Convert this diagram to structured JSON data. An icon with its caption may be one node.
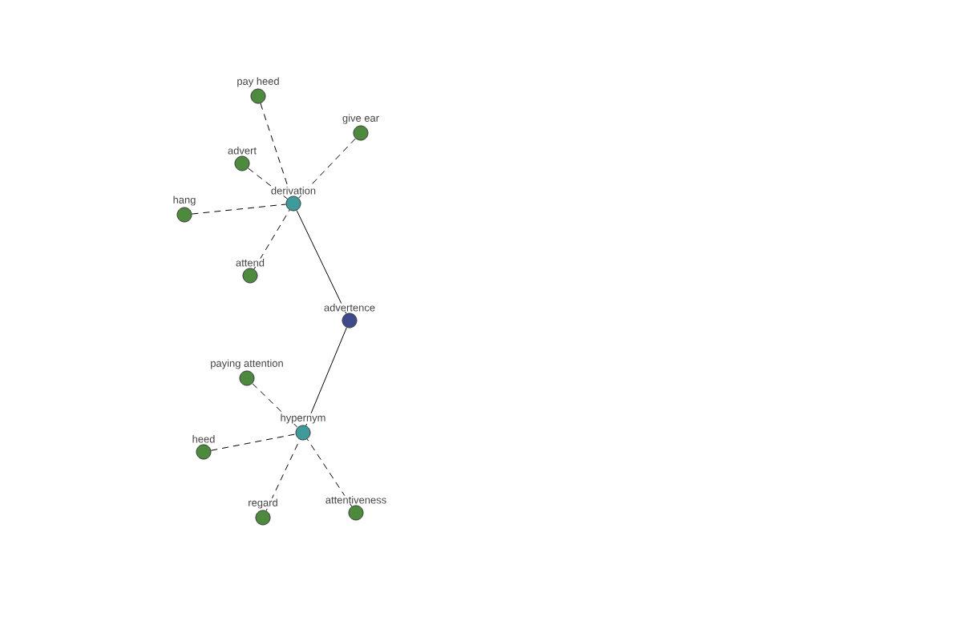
{
  "diagram": {
    "nodes": [
      {
        "text": [
          "pay heed"
        ]
      },
      {
        "text": [
          "give ear"
        ]
      },
      {
        "text": [
          "advert"
        ]
      },
      {
        "text": [
          "derivation"
        ]
      },
      {
        "text": [
          "hang"
        ]
      },
      {
        "text": [
          "attend"
        ]
      },
      {
        "text": [
          "advertence"
        ]
      },
      {
        "text": [
          "paying attention"
        ]
      },
      {
        "text": [
          "hypernym"
        ]
      },
      {
        "text": [
          "heed"
        ]
      },
      {
        "text": [
          "attentiveness"
        ]
      },
      {
        "text": [
          "regard"
        ]
      }
    ],
    "edges": [
      {
        "from": 0,
        "to": 3,
        "arrow": "none",
        "style": "dashed"
      },
      {
        "from": 1,
        "to": 3,
        "arrow": "none",
        "style": "dashed"
      },
      {
        "from": 2,
        "to": 3,
        "arrow": "none",
        "style": "dashed"
      },
      {
        "from": 4,
        "to": 3,
        "arrow": "none",
        "style": "dashed"
      },
      {
        "from": 5,
        "to": 3,
        "arrow": "none",
        "style": "dashed"
      },
      {
        "from": 3,
        "to": 6,
        "arrow": "none"
      },
      {
        "from": 6,
        "to": 8,
        "arrow": "none"
      },
      {
        "from": 7,
        "to": 8,
        "arrow": "none",
        "style": "dashed"
      },
      {
        "from": 9,
        "to": 8,
        "arrow": "none",
        "style": "dashed"
      },
      {
        "from": 10,
        "to": 8,
        "arrow": "none",
        "style": "dashed"
      },
      {
        "from": 11,
        "to": 8,
        "arrow": "none",
        "style": "dashed"
      }
    ]
  }
}
